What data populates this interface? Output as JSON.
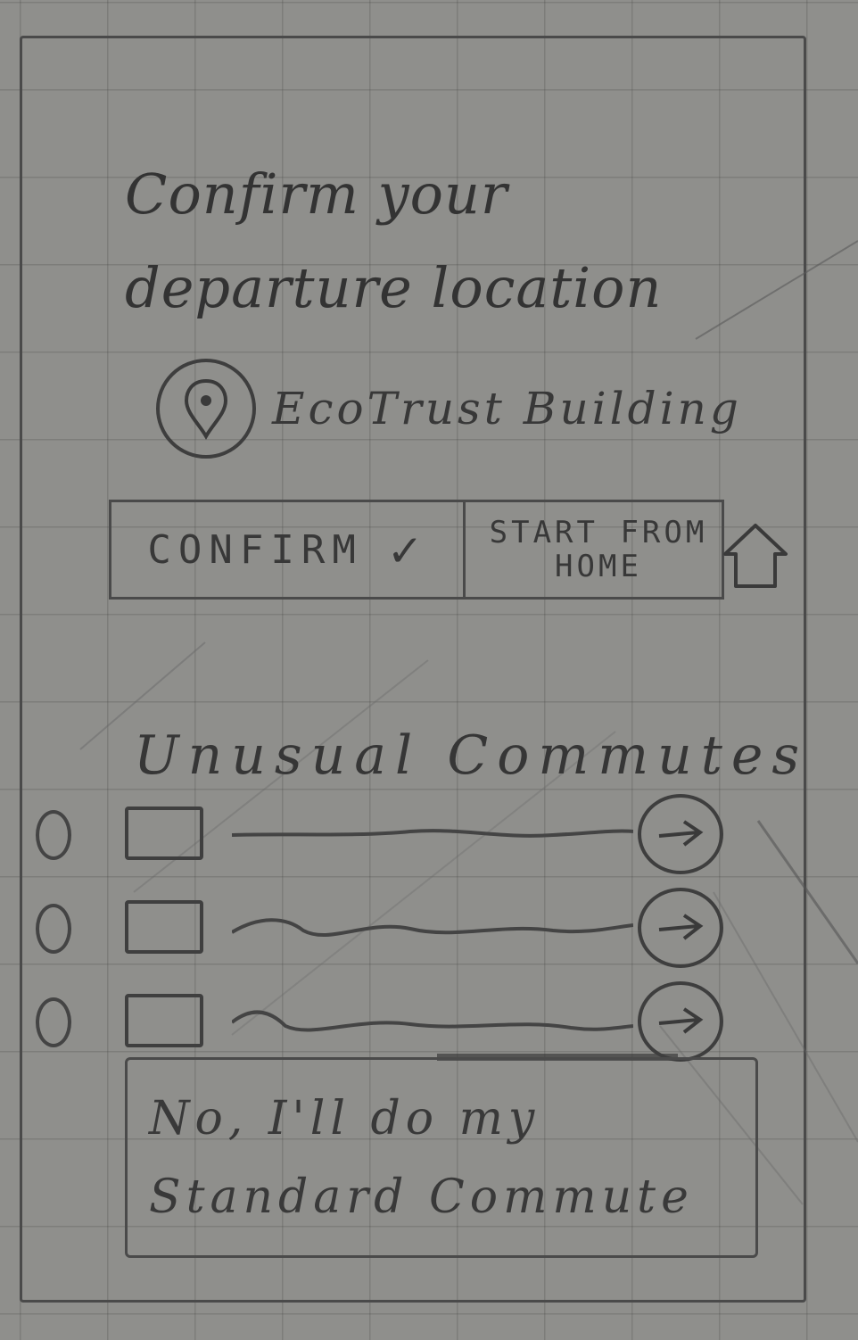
{
  "title": "Confirm your departure location",
  "location": {
    "icon": "map-pin-icon",
    "name": "EcoTrust Building"
  },
  "actions": {
    "confirm_label": "CONFIRM",
    "confirm_icon": "checkmark-icon",
    "home_label": "START FROM HOME",
    "home_icon": "house-icon"
  },
  "unusual_commutes": {
    "title": "Unusual Commutes",
    "items": [
      {
        "selected": false,
        "thumbnail": "image-placeholder",
        "action_icon": "arrow-right-icon"
      },
      {
        "selected": false,
        "thumbnail": "image-placeholder",
        "action_icon": "arrow-right-icon"
      },
      {
        "selected": false,
        "thumbnail": "image-placeholder",
        "action_icon": "arrow-right-icon"
      }
    ]
  },
  "standard_commute_label": "No, I'll do my Standard Commute",
  "colors": {
    "paper": "#8f8f8c",
    "pencil": "#3b3b3b"
  }
}
